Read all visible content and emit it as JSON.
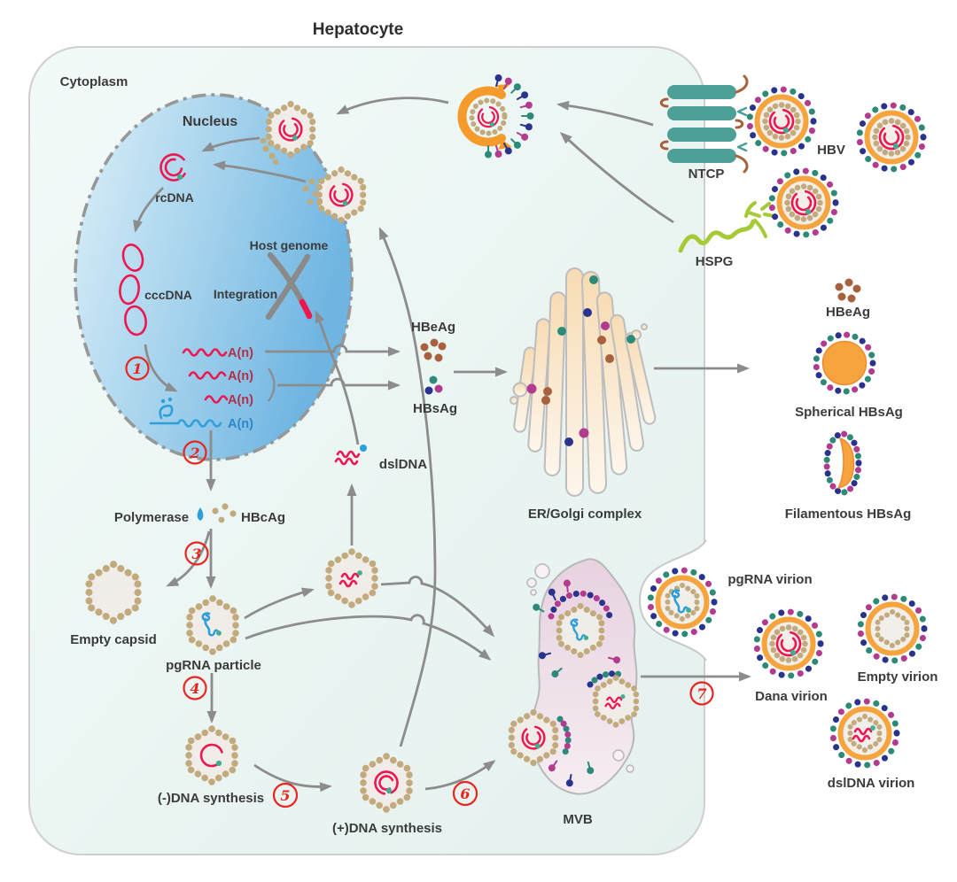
{
  "title": "Hepatocyte",
  "regions": {
    "cytoplasm": "Cytoplasm",
    "nucleus": "Nucleus",
    "er_golgi": "ER/Golgi complex",
    "mvb": "MVB",
    "host_genome": "Host genome"
  },
  "molecules": {
    "rcdna": "rcDNA",
    "cccdna": "cccDNA",
    "integration": "Integration",
    "mrna_polya": "A(n)",
    "polymerase": "Polymerase",
    "hbcag": "HBcAg",
    "dsldna": "dslDNA",
    "hbeag": "HBeAg",
    "hbsag": "HBsAg"
  },
  "particles": {
    "empty_capsid": "Empty capsid",
    "pgrna_particle": "pgRNA particle",
    "minus_dna": "(-)DNA synthesis",
    "plus_dna": "(+)DNA synthesis"
  },
  "entry": {
    "ntcp": "NTCP",
    "hspg": "HSPG",
    "hbv": "HBV"
  },
  "secreted": {
    "hbeag": "HBeAg",
    "spherical": "Spherical HBsAg",
    "filamentous": "Filamentous HBsAg"
  },
  "virions": {
    "pgrna": "pgRNA virion",
    "dana": "Dana virion",
    "empty": "Empty virion",
    "dsldna": "dslDNA virion"
  },
  "steps": {
    "s1": "1",
    "s2": "2",
    "s3": "3",
    "s4": "4",
    "s5": "5",
    "s6": "6",
    "s7": "7"
  },
  "colors": {
    "dna_red": "#ee1651",
    "rna_blue": "#2e9fd9",
    "capsid_tan": "#c2aa7c",
    "envelope_orange": "#f5a43e",
    "spike_navy": "#29338e",
    "spike_teal": "#2e8a78",
    "spike_magenta": "#b23b90",
    "ntcp_teal": "#4ca095",
    "hspg_green": "#a6ca35",
    "hbeag_brown": "#a8613c",
    "arrow_gray": "#8c8c8c",
    "step_red": "#e8251f",
    "polymerase_green_dot": "#3fae91",
    "nucleus_blue": "#77bae4",
    "cell_mint": "#e9f4f1",
    "mvb_pink": "#e7d2e0",
    "golgi_cream": "#f7dcb4"
  }
}
